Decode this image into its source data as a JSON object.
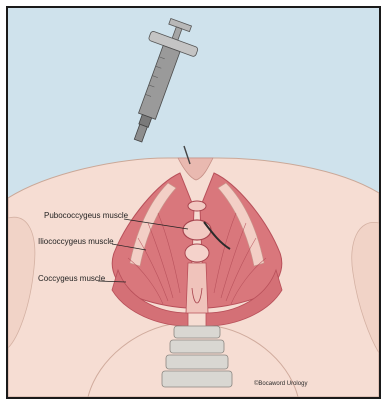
{
  "labels": {
    "pubococcygeus": "Pubococcygeus muscle",
    "iliococcygeus": "Iliococcygeus muscle",
    "coccygeus": "Coccygeus muscle"
  },
  "credit": "©Bocaword Urology",
  "colors": {
    "background": "#cfe2ec",
    "skin": "#f6ddd3",
    "muscle": "#d9777c",
    "muscle_dark": "#b8505a",
    "syringe_metal": "#9a9a9a"
  },
  "icons": [
    "syringe-icon",
    "needle-icon",
    "catheter-icon"
  ]
}
